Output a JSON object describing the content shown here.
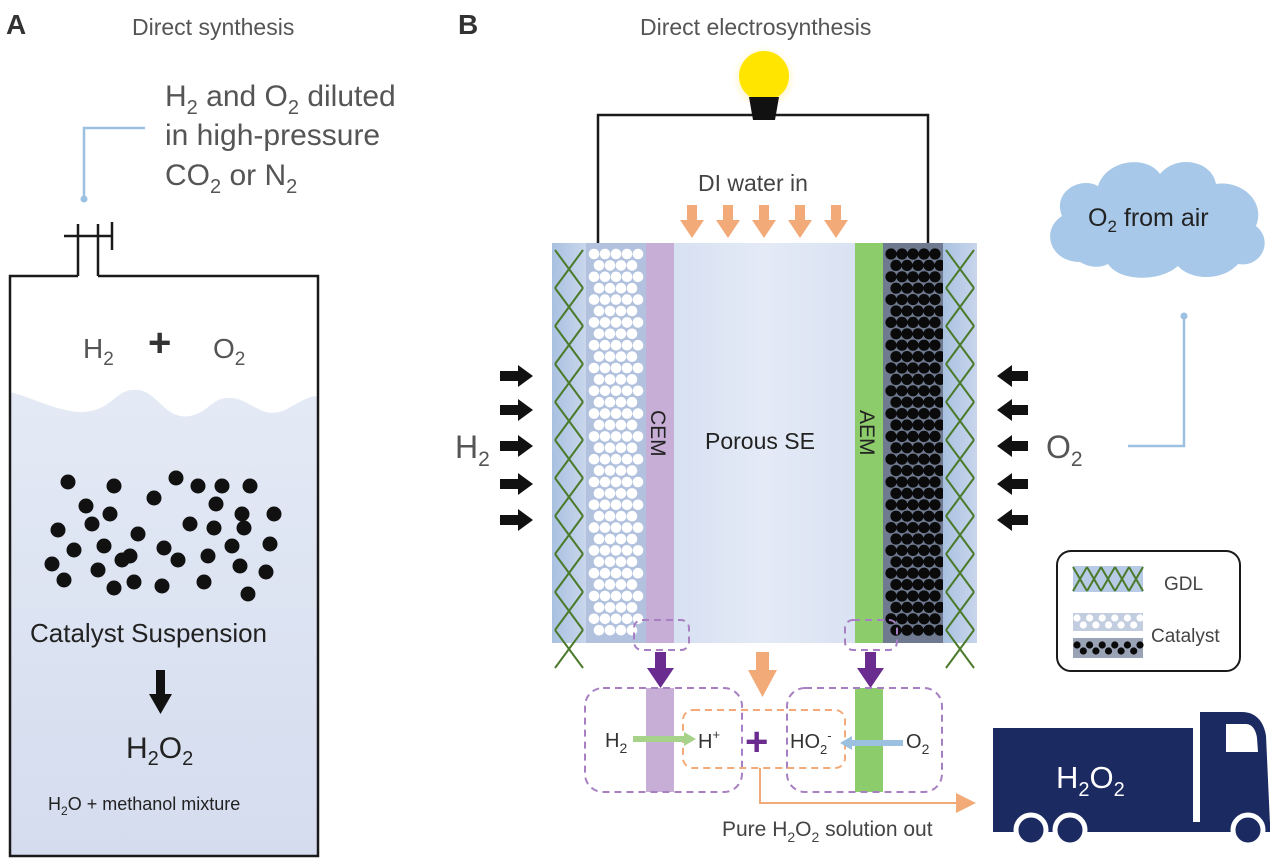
{
  "panel_a": {
    "letter": "A",
    "title": "Direct synthesis",
    "feed_line1_pre": "H",
    "feed_line1_sub": "2",
    "feed_line1_mid": " and O",
    "feed_line1_sub2": "2",
    "feed_line1_post": " diluted",
    "feed_line2": "in high-pressure",
    "feed_line3_pre": "CO",
    "feed_line3_sub": "2",
    "feed_line3_mid": " or N",
    "feed_line3_sub2": "2",
    "gas_h2": "H",
    "gas_h2_sub": "2",
    "gas_plus": "+",
    "gas_o2": "O",
    "gas_o2_sub": "2",
    "catalyst_label": "Catalyst Suspension",
    "product_pre": "H",
    "product_sub1": "2",
    "product_mid": "O",
    "product_sub2": "2",
    "solvent_pre": "H",
    "solvent_sub": "2",
    "solvent_post": "O + methanol mixture"
  },
  "panel_b": {
    "letter": "B",
    "title": "Direct electrosynthesis",
    "water_in": "DI water in",
    "o2_air_pre": "O",
    "o2_air_sub": "2",
    "o2_air_post": " from air",
    "h2_side": "H",
    "h2_side_sub": "2",
    "o2_side": "O",
    "o2_side_sub": "2",
    "cem": "CEM",
    "aem": "AEM",
    "center": "Porous SE",
    "rxn_h2": "H",
    "rxn_h2_sub": "2",
    "rxn_hplus": "H",
    "rxn_hplus_sup": "+",
    "rxn_plus": "+",
    "rxn_ho2": "HO",
    "rxn_ho2_sub": "2",
    "rxn_ho2_sup": "-",
    "rxn_o2": "O",
    "rxn_o2_sub": "2",
    "truck_pre": "H",
    "truck_sub1": "2",
    "truck_mid": "O",
    "truck_sub2": "2",
    "out_pre": "Pure H",
    "out_sub1": "2",
    "out_mid": "O",
    "out_sub2": "2",
    "out_post": " solution out",
    "legend_gdl": "GDL",
    "legend_catalyst": "Catalyst"
  },
  "colors": {
    "outline": "#1a1a1a",
    "liquid": "#dde4f2",
    "cem": "#c6aed6",
    "aem": "#8ccc6b",
    "gdl_lines": "#4a7a2a",
    "water_arrow": "#f2ab78",
    "purple": "#6a2c8f",
    "truck": "#1c2a62",
    "cloud": "#a7c8e8",
    "pipe": "#9cc0e0"
  }
}
